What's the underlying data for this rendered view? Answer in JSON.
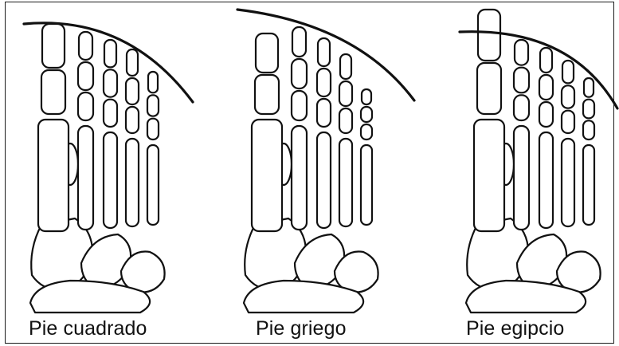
{
  "diagram": {
    "feet": [
      {
        "id": "square",
        "label": "Pie cuadrado"
      },
      {
        "id": "greek",
        "label": "Pie griego"
      },
      {
        "id": "egyptian",
        "label": "Pie egipcio"
      }
    ],
    "colors": {
      "outline": "#111111",
      "bone_fill": "#ffffff",
      "frame": "#1a1a1a"
    }
  }
}
